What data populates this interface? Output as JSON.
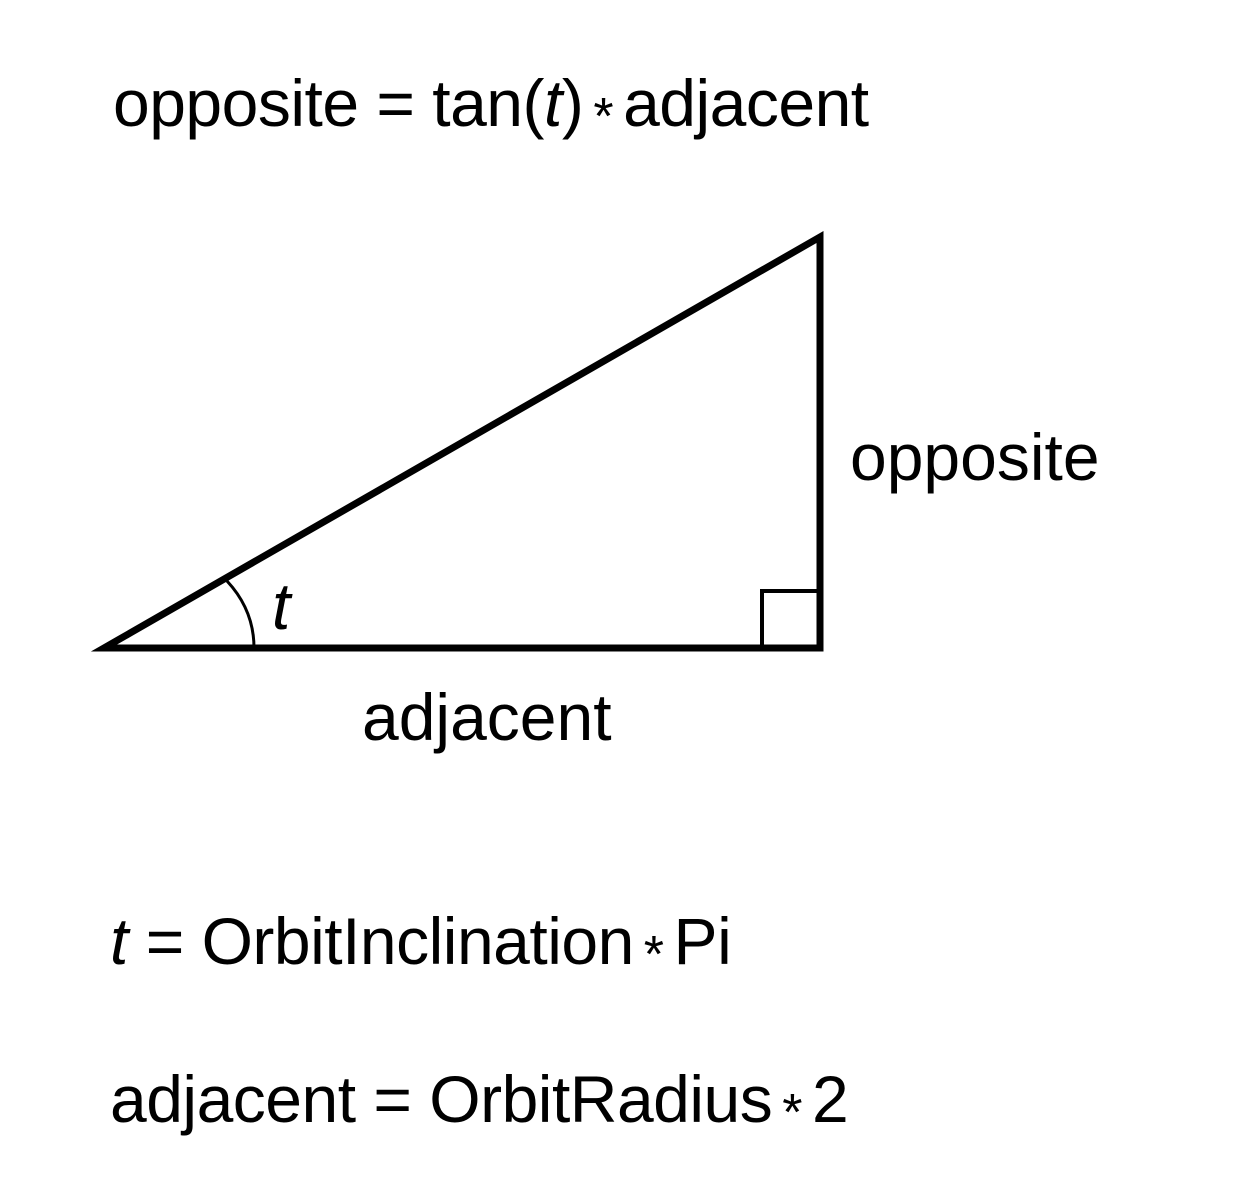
{
  "formulas": {
    "top": {
      "lhs": "opposite",
      "eq": "=",
      "func": "tan(",
      "var": "t",
      "func_close": ")",
      "op": "*",
      "rhs": "adjacent"
    },
    "t_def": {
      "lhs": "t",
      "eq": "=",
      "term": "OrbitInclination",
      "op": "*",
      "rhs": "Pi"
    },
    "adjacent_def": {
      "lhs": "adjacent",
      "eq": "=",
      "term": "OrbitRadius",
      "op": "*",
      "rhs": "2"
    }
  },
  "triangle": {
    "labels": {
      "angle": "t",
      "opposite": "opposite",
      "adjacent": "adjacent"
    },
    "stroke_color": "#000000",
    "vertices": {
      "angle_vertex": [
        100,
        648
      ],
      "right_angle_vertex": [
        820,
        648
      ],
      "top_vertex": [
        820,
        237
      ]
    },
    "right_angle_marker": true
  }
}
